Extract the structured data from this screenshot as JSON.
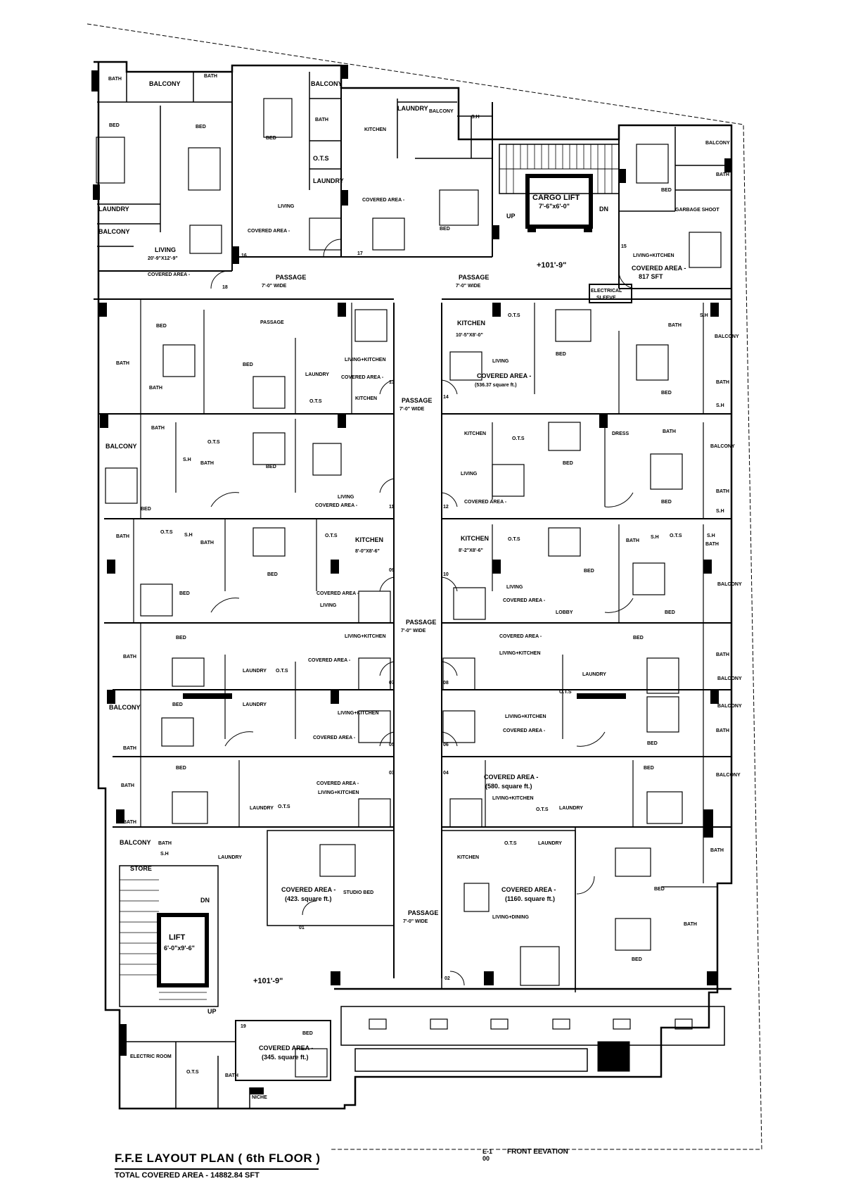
{
  "plan": {
    "title": "F.F.E LAYOUT PLAN ( 6th FLOOR )",
    "total_area": "TOTAL COVERED AREA - 14882.84 SFT",
    "elevation_code": "E-1",
    "elevation_code_sub": "00",
    "elevation_name": "FRONT EEVATION"
  },
  "levels": {
    "upper": "+101'-9\"",
    "lower": "+101'-9\""
  },
  "core": {
    "cargo_lift": "CARGO LIFT",
    "cargo_lift_size": "7'-6\"x6'-0\"",
    "up_top": "UP",
    "dn_top": "DN",
    "lift": "LIFT",
    "lift_size": "6'-0\"x9'-6\"",
    "dn_bottom": "DN",
    "up_bottom": "UP",
    "electrical": "ELECTRICAL",
    "sleeve": "SLEEVE",
    "store": "STORE",
    "electric_room": "ELECTRIC ROOM",
    "garbage_shoot": "GARBAGE SHOOT"
  },
  "passages": {
    "p1": "PASSAGE",
    "p1w": "7'-0\" WIDE",
    "p2": "PASSAGE",
    "p2w": "7'-0\" WIDE",
    "p3": "PASSAGE",
    "p3w": "7'-0\" WIDE",
    "p4": "PASSAGE",
    "p4w": "7'-0\" WIDE",
    "p5": "PASSAGE",
    "p5w": "7'-0\" WIDE"
  },
  "rooms": {
    "balcony": "BALCONY",
    "bath": "BATH",
    "bed": "BED",
    "laundry": "LAUNDRY",
    "living": "LIVING",
    "living_size": "20'-9\"X12'-9\"",
    "kitchen": "KITCHEN",
    "ots": "O.T.S",
    "sh": "S.H",
    "covered_area": "COVERED AREA -",
    "living_kitchen": "LIVING+KITCHEN",
    "dress": "DRESS",
    "lobby": "LOBBY",
    "studio_bed": "STUDIO BED",
    "living_dining": "LIVING+DINING",
    "niche": "NICHE"
  },
  "callouts": {
    "c817": "COVERED AREA -",
    "c817v": "817 SFT",
    "kitchen_a": "KITCHEN",
    "kitchen_a_size": "10'-5\"X8'-0\"",
    "ca_536": "COVERED AREA -",
    "ca_536v": "(536.37 square ft.)",
    "kitchen_b": "KITCHEN",
    "kitchen_b_size": "8'-0\"X8'-6\"",
    "kitchen_c": "KITCHEN",
    "kitchen_c_size": "8'-2\"X8'-6\"",
    "ca_580": "COVERED AREA -",
    "ca_580v": "(580. square ft.)",
    "ca_423": "COVERED AREA -",
    "ca_423v": "(423. square ft.)",
    "ca_1160": "COVERED AREA -",
    "ca_1160v": "(1160. square ft.)",
    "ca_345": "COVERED AREA -",
    "ca_345v": "(345. square ft.)"
  },
  "unit_numbers": [
    "01",
    "02",
    "18",
    "19",
    "15",
    "17",
    "16",
    "13",
    "14",
    "11",
    "12",
    "09",
    "10",
    "07",
    "08",
    "05",
    "06",
    "03",
    "04"
  ]
}
